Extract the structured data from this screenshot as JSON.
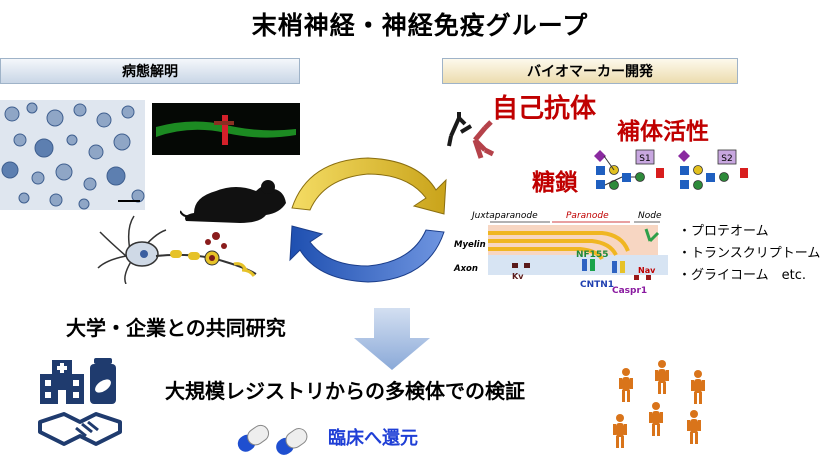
{
  "title": "末梢神経・神経免疫グループ",
  "left_panel": {
    "label": "病態解明"
  },
  "right_panel": {
    "label": "バイオマーカー開発",
    "autoantibody": "自己抗体",
    "complement": "補体活性",
    "glycan": "糖鎖",
    "glycan_tags": [
      "S1",
      "S2"
    ]
  },
  "node_diagram": {
    "region_labels": [
      "Juxtaparanode",
      "Paranode",
      "Node"
    ],
    "layer_labels": [
      "Myelin",
      "Axon"
    ],
    "protein_labels": [
      "Kv",
      "NF155",
      "CNTN1",
      "Caspr1",
      "Nav"
    ]
  },
  "omics": [
    "・プロテオーム",
    "・トランスクリプトーム",
    "・グライコーム　etc."
  ],
  "collab": "大学・企業との共同研究",
  "registry": "大規模レジストリからの多検体での検証",
  "clinic": "臨床へ還元",
  "colors": {
    "cycle_yellow": "#e6c228",
    "cycle_blue": "#2e63c2",
    "accent_red": "#c00000",
    "navy": "#1f3b6e",
    "figure_orange": "#d9741a"
  }
}
